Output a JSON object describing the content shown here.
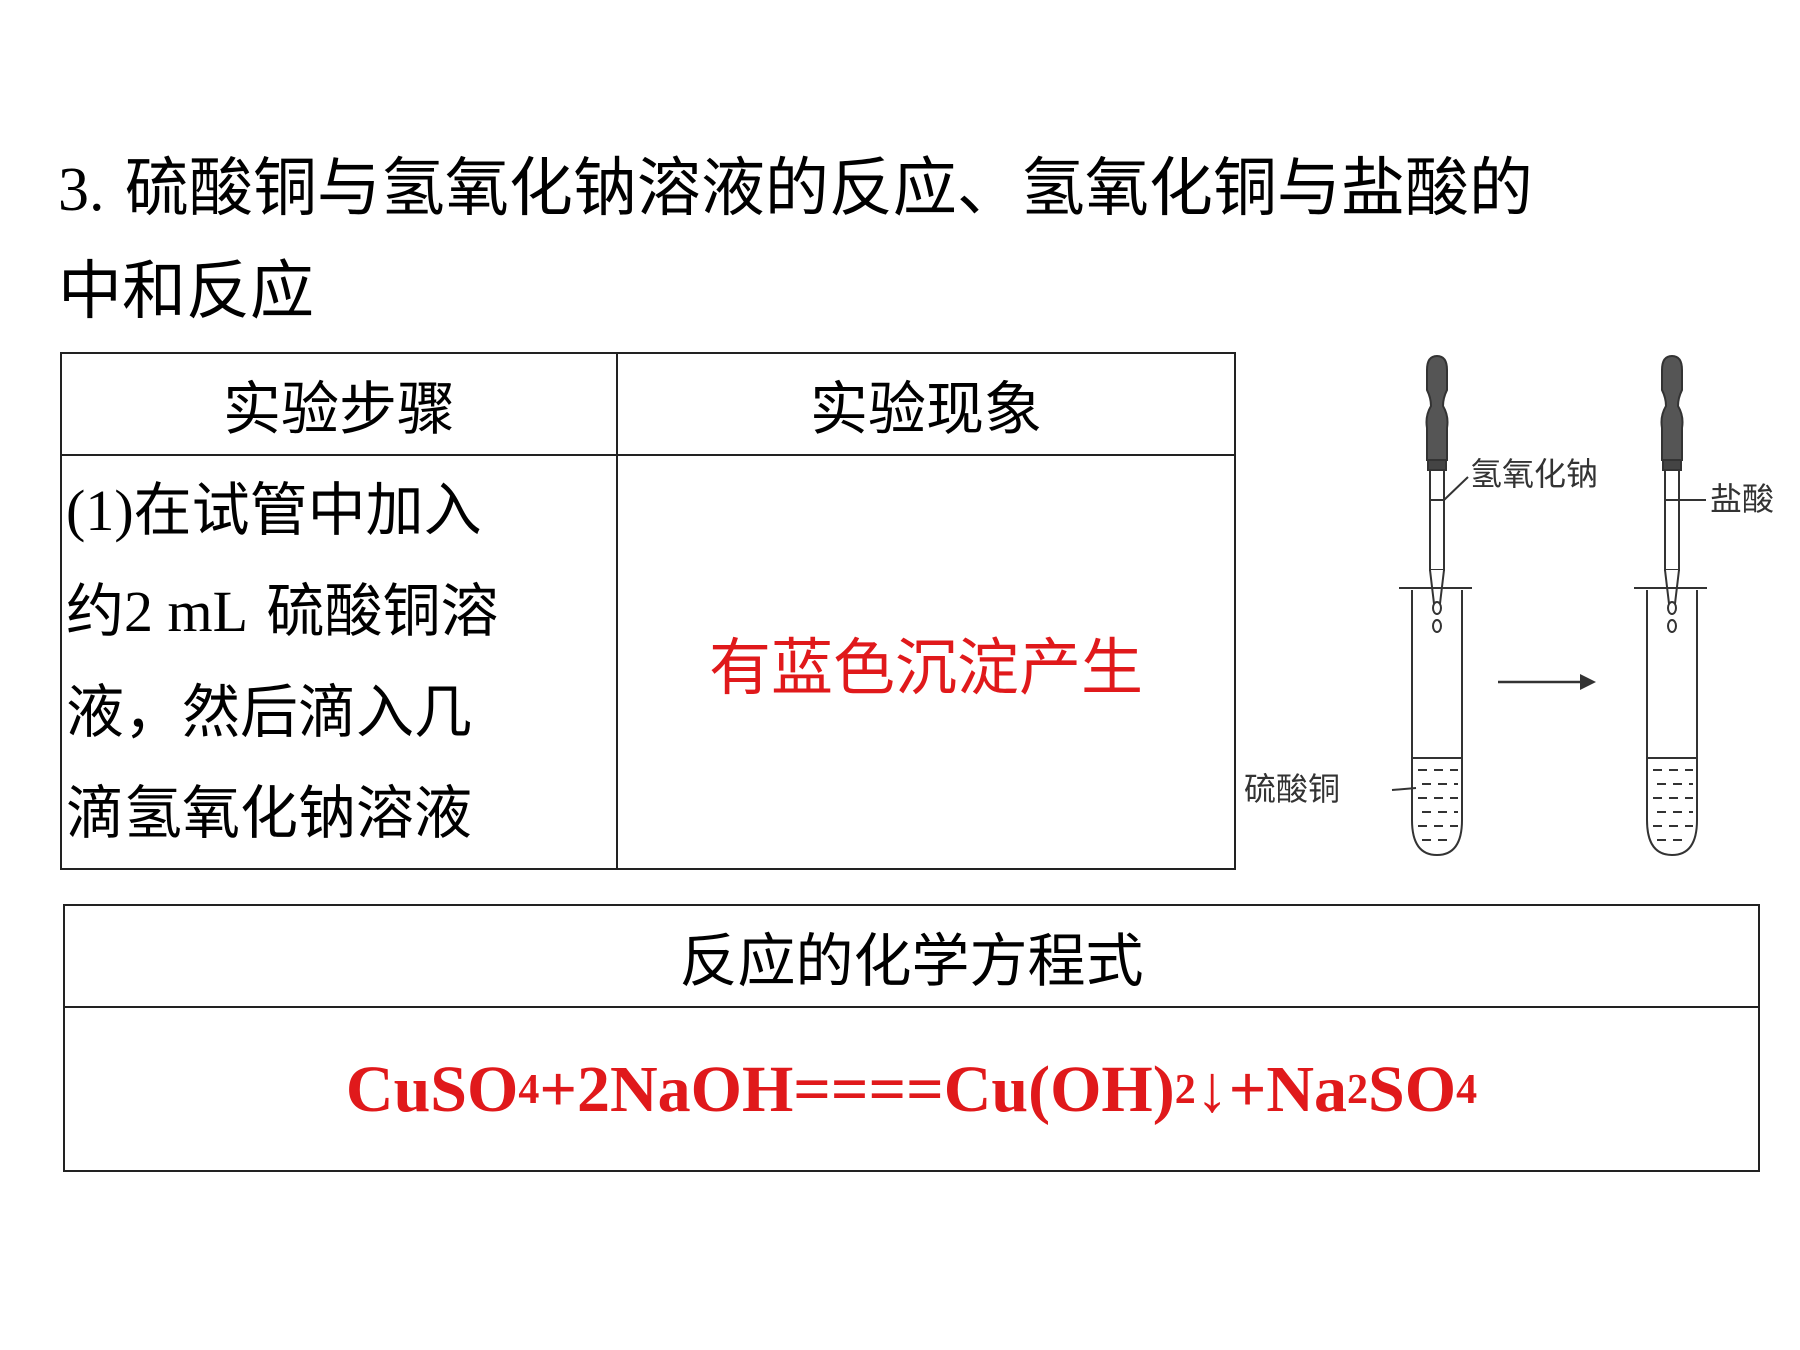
{
  "title": {
    "number": "3.",
    "line1": "硫酸铜与氢氧化钠溶液的反应、氢氧化铜与盐酸的",
    "line2": "中和反应"
  },
  "experiment_table": {
    "headers": [
      "实验步骤",
      "实验现象"
    ],
    "step": {
      "prefix": "(1)",
      "line1_rest": "在试管中加入",
      "line2_start": "约",
      "volume": "2 mL",
      "line2_rest": "硫酸铜溶",
      "line3": "液，然后滴入几",
      "line4": "滴氢氧化钠溶液"
    },
    "phenomenon": "有蓝色沉淀产生",
    "phenomenon_color": "#e0191b"
  },
  "apparatus": {
    "label_naoh": "氢氧化钠",
    "label_hcl": "盐酸",
    "label_cuso4": "硫酸铜"
  },
  "equation_box": {
    "heading": "反应的化学方程式",
    "equation_parts": {
      "r1": "CuSO",
      "r1_sub": "4",
      "plus1": "+2NaOH",
      "equals": "====",
      "p1": "Cu(OH)",
      "p1_sub": "2",
      "arrow": "↓",
      "plus2": "+Na",
      "p2_sub1": "2",
      "p2": "SO",
      "p2_sub2": "4"
    },
    "color": "#e0191b"
  }
}
